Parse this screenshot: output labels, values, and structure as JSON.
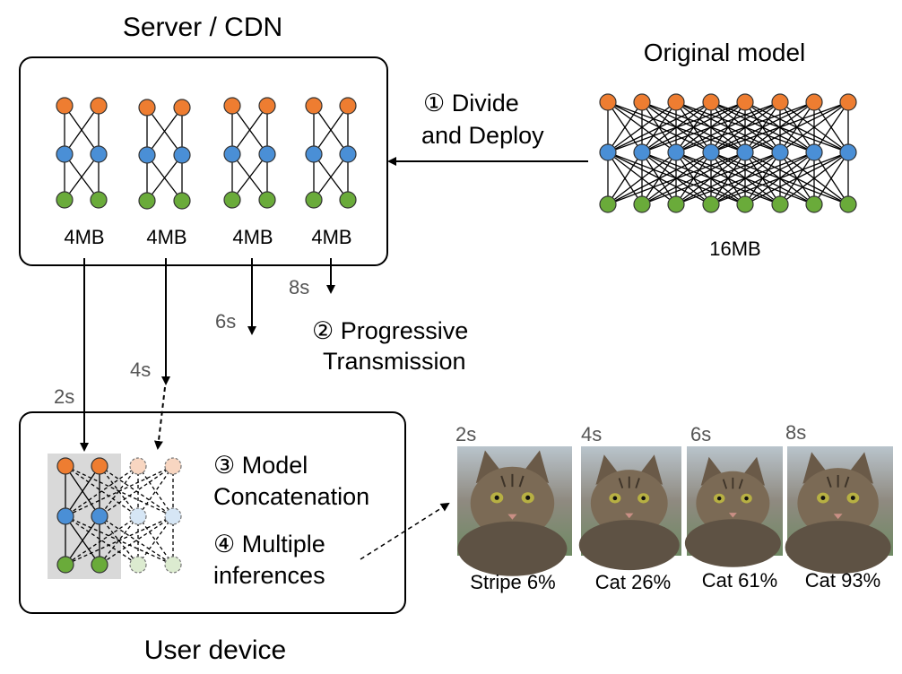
{
  "server": {
    "title": "Server / CDN",
    "chunks": [
      {
        "size": "4MB",
        "time": "2s"
      },
      {
        "size": "4MB",
        "time": "4s"
      },
      {
        "size": "4MB",
        "time": "6s"
      },
      {
        "size": "4MB",
        "time": "8s"
      }
    ]
  },
  "original": {
    "title": "Original model",
    "size": "16MB"
  },
  "steps": {
    "step1": [
      "① Divide",
      "and Deploy"
    ],
    "step2": [
      "② Progressive",
      "Transmission"
    ],
    "step3": [
      "③ Model",
      "Concatenation"
    ],
    "step4": [
      "④ Multiple",
      "inferences"
    ]
  },
  "user": {
    "title": "User device"
  },
  "inferences": [
    {
      "time": "2s",
      "label": "Stripe 6%"
    },
    {
      "time": "4s",
      "label": "Cat 26%"
    },
    {
      "time": "6s",
      "label": "Cat 61%"
    },
    {
      "time": "8s",
      "label": "Cat 93%"
    }
  ],
  "colors": {
    "orange": "#ee7d31",
    "blue": "#4a8fd6",
    "green": "#6aab3a",
    "orange_faded": "#f8d6c1",
    "blue_faded": "#d6e6f5",
    "green_faded": "#dcebd0",
    "concat_bg": "#d9d9d9"
  }
}
